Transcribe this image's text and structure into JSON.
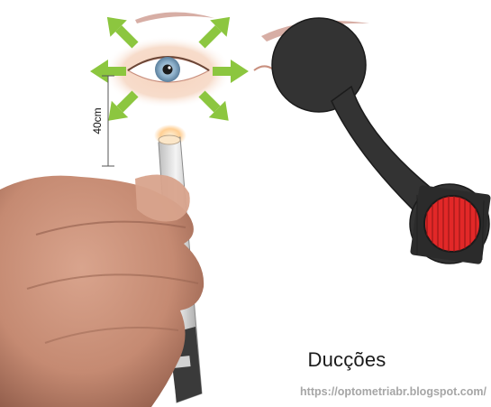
{
  "figure": {
    "distance_label": "40cm",
    "caption": "Ducções",
    "url": "https://optometriabr.blogspot.com/"
  },
  "colors": {
    "arrow": "#8cc63f",
    "occluder": "#333333",
    "red_filter": "#e22828",
    "iris": "#7fa6c4",
    "skin": "#e8bfa4"
  },
  "icons": {
    "eye": "eye-icon",
    "occluder": "maddox-occluder-icon",
    "penlight": "penlight-icon"
  }
}
